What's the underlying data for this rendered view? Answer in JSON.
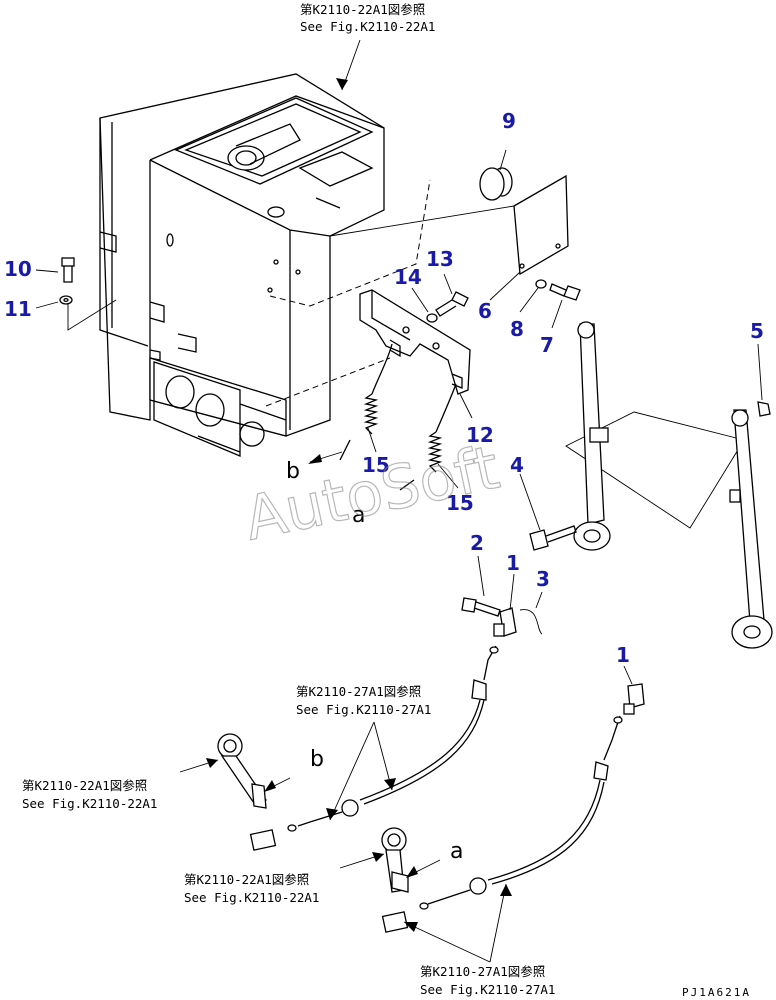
{
  "colors": {
    "callout": "#1a1aa8",
    "line": "#000000",
    "watermark": "#888888",
    "background": "#ffffff"
  },
  "watermark": "AutoSoft",
  "drawing_code": "PJ1A621A",
  "refs": [
    {
      "id": "ref-top",
      "jp": "第K2110-22A1図参照",
      "en": "See Fig.K2110-22A1"
    },
    {
      "id": "ref-cable-upper",
      "jp": "第K2110-27A1図参照",
      "en": "See Fig.K2110-27A1"
    },
    {
      "id": "ref-lever-left",
      "jp": "第K2110-22A1図参照",
      "en": "See Fig.K2110-22A1"
    },
    {
      "id": "ref-lever-mid",
      "jp": "第K2110-22A1図参照",
      "en": "See Fig.K2110-22A1"
    },
    {
      "id": "ref-cable-bottom",
      "jp": "第K2110-27A1図参照",
      "en": "See Fig.K2110-27A1"
    }
  ],
  "callouts": [
    {
      "n": "9"
    },
    {
      "n": "10"
    },
    {
      "n": "11"
    },
    {
      "n": "13"
    },
    {
      "n": "14"
    },
    {
      "n": "6"
    },
    {
      "n": "8"
    },
    {
      "n": "7"
    },
    {
      "n": "5"
    },
    {
      "n": "12"
    },
    {
      "n": "15"
    },
    {
      "n": "15"
    },
    {
      "n": "4"
    },
    {
      "n": "2"
    },
    {
      "n": "1"
    },
    {
      "n": "3"
    },
    {
      "n": "1"
    }
  ],
  "letters": [
    {
      "t": "b"
    },
    {
      "t": "a"
    },
    {
      "t": "b"
    },
    {
      "t": "a"
    }
  ]
}
